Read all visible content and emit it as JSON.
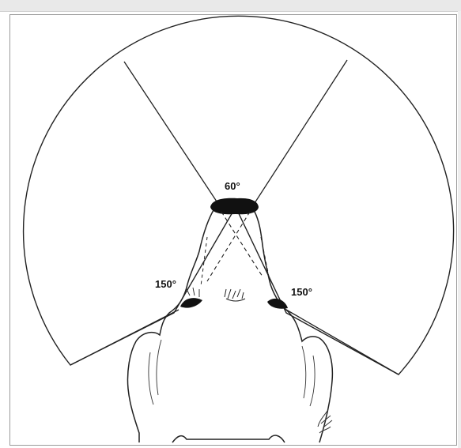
{
  "diagram": {
    "labels": {
      "front_angle": "60°",
      "left_angle": "150°",
      "right_angle": "150°"
    },
    "colors": {
      "line": "#222222",
      "fill": "#111111",
      "background": "#ffffff"
    }
  }
}
